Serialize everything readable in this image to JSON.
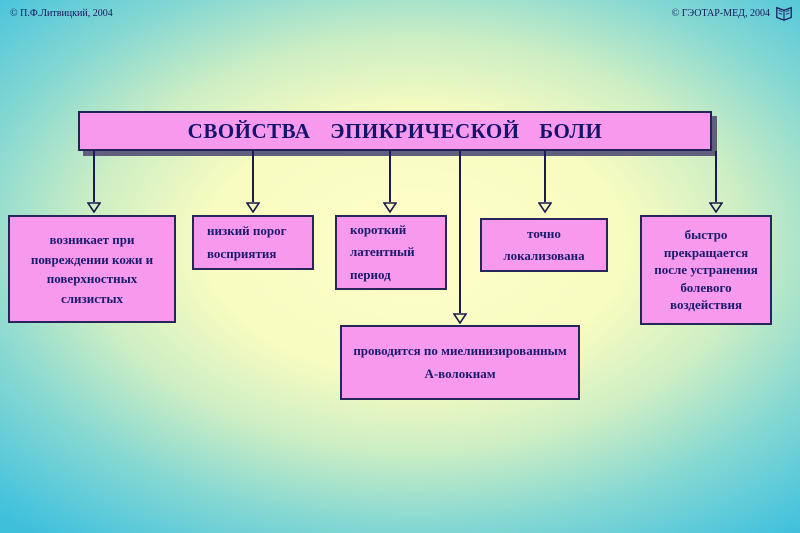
{
  "slide": {
    "copyright_left": "© П.Ф.Литвицкий, 2004",
    "copyright_right": "© ГЭОТАР-МЕД, 2004",
    "title": "СВОЙСТВА ЭПИКРИЧЕСКОЙ БОЛИ",
    "colors": {
      "box_fill": "#f79aee",
      "box_border": "#26265a",
      "text": "#1b1b6b",
      "arrow": "#1b1b4e",
      "background_center": "#feffc8",
      "background_edge": "#4cc5dc"
    },
    "boxes": [
      {
        "id": "box-skin-damage",
        "label": "возникает при повреждении кожи и поверхностных слизистых"
      },
      {
        "id": "box-low-threshold",
        "label": "низкий порог восприятия"
      },
      {
        "id": "box-short-latency",
        "label": "короткий латентный период"
      },
      {
        "id": "box-localized",
        "label": "точно локализована"
      },
      {
        "id": "box-fast-stop",
        "label": "быстро прекращается после устранения болевого воздействия"
      },
      {
        "id": "box-a-fibers",
        "label": "проводится по миелинизированным А-волокнам"
      }
    ]
  }
}
